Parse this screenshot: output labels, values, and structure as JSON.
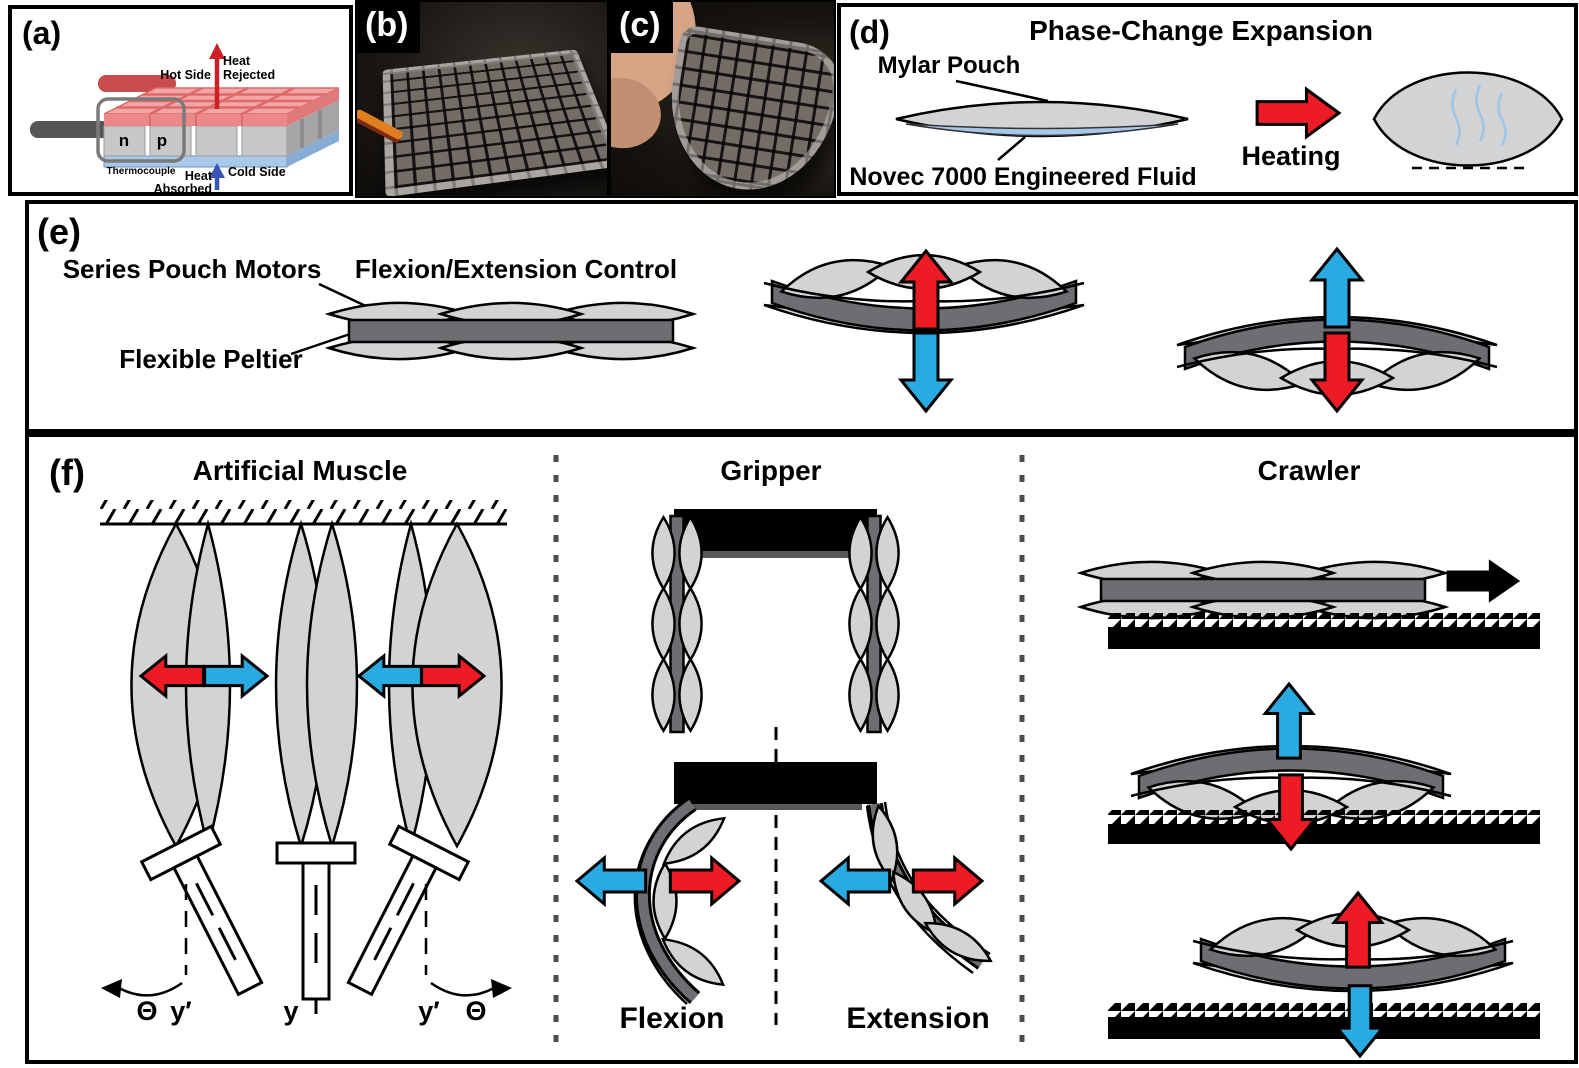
{
  "colors": {
    "red": "#ed1c24",
    "blue": "#29abe2",
    "pouch": "#d2d3d5",
    "peltier": "#6d6e71",
    "ink": "#000000",
    "hot_pink": "#f2a6a6",
    "cold_blue": "#a9c9ea",
    "rod_red": "#c94c4c",
    "liquid_blue": "#a8c8ea",
    "vapor_blue": "#9fc5e8"
  },
  "panel_a": {
    "label": "(a)",
    "hot_side": "Hot Side",
    "heat_rejected_line1": "Heat",
    "heat_rejected_line2": "Rejected",
    "cold_side": "Cold Side",
    "heat_absorbed_line1": "Heat",
    "heat_absorbed_line2": "Absorbed",
    "thermocouple": "Thermocouple",
    "n_type": "n",
    "p_type": "p"
  },
  "panel_b": {
    "label": "(b)"
  },
  "panel_c": {
    "label": "(c)"
  },
  "panel_d": {
    "label": "(d)",
    "title": "Phase-Change Expansion",
    "pouch_label": "Mylar Pouch",
    "fluid_label": "Novec 7000 Engineered Fluid",
    "arrow_label": "Heating"
  },
  "panel_e": {
    "label": "(e)",
    "motors_label": "Series Pouch Motors",
    "title": "Flexion/Extension Control",
    "peltier_label": "Flexible Peltier"
  },
  "panel_f": {
    "label": "(f)",
    "muscle_title": "Artificial Muscle",
    "gripper_title": "Gripper",
    "crawler_title": "Crawler",
    "flexion_label": "Flexion",
    "extension_label": "Extension",
    "theta": "Θ",
    "y_label": "y",
    "y_prime": "y′"
  }
}
